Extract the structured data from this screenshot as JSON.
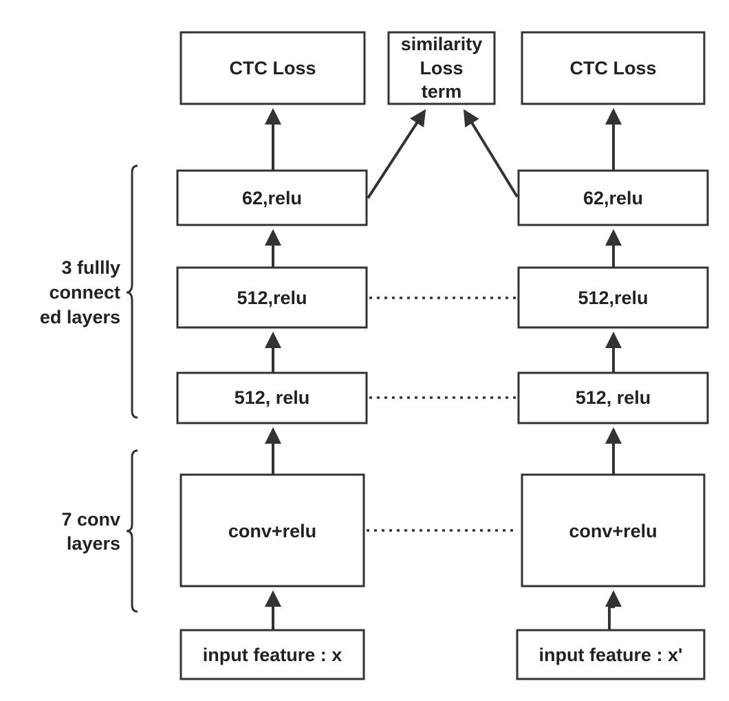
{
  "left_tower": {
    "ctc_loss": "CTC Loss",
    "fc_62": "62,relu",
    "fc_512_a": "512,relu",
    "fc_512_b": "512, relu",
    "conv": "conv+relu",
    "input": "input feature :  x"
  },
  "right_tower": {
    "ctc_loss": "CTC Loss",
    "fc_62": "62,relu",
    "fc_512_a": "512,relu",
    "fc_512_b": "512, relu",
    "conv": "conv+relu",
    "input": "input feature :  x'"
  },
  "similarity_box": {
    "line1": "similarity",
    "line2": "Loss",
    "line3": "term"
  },
  "fc_group_label": {
    "line1": "3 fullly",
    "line2": "connect",
    "line3": "ed layers"
  },
  "conv_group_label": {
    "line1": "7 conv",
    "line2": "layers"
  }
}
